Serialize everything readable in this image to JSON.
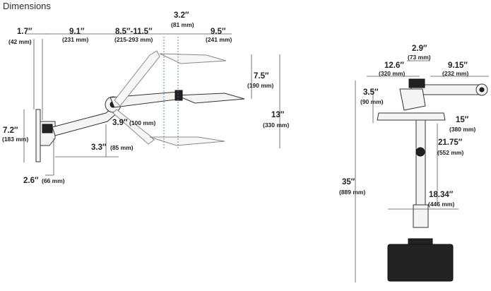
{
  "title": "Dimensions",
  "arm": {
    "d1": {
      "inch": "1.7″",
      "mm": "(42 mm)"
    },
    "d2": {
      "inch": "9.1″",
      "mm": "(231 mm)"
    },
    "d3": {
      "inch": "8.5″-11.5″",
      "mm": "(215-293 mm)"
    },
    "d4": {
      "inch": "3.2″",
      "mm": "(81 mm)"
    },
    "d5": {
      "inch": "9.5″",
      "mm": "(241 mm)"
    },
    "d6": {
      "inch": "7.5″",
      "mm": "(190 mm)"
    },
    "d7": {
      "inch": "13″",
      "mm": "(330 mm)"
    },
    "d8": {
      "inch": "7.2″",
      "mm": "(183 mm)"
    },
    "d9": {
      "inch": "3.9″",
      "mm": "(100 mm)"
    },
    "d10": {
      "inch": "3.3″",
      "mm": "(85 mm)"
    },
    "d11": {
      "inch": "2.6″",
      "mm": "(66 mm)"
    }
  },
  "side": {
    "d1": {
      "inch": "2.9″",
      "mm": "(73 mm)"
    },
    "d2": {
      "inch": "12.6″",
      "mm": "(320 mm)"
    },
    "d3": {
      "inch": "9.15″",
      "mm": "(232 mm)"
    },
    "d4": {
      "inch": "3.5″",
      "mm": "(90 mm)"
    },
    "d5": {
      "inch": "15″",
      "mm": "(380 mm)"
    },
    "d6": {
      "inch": "21.75″",
      "mm": "(552 mm)"
    },
    "d7": {
      "inch": "35″",
      "mm": "(889 mm)"
    },
    "d8": {
      "inch": "18.34″",
      "mm": "(446 mm)"
    }
  }
}
